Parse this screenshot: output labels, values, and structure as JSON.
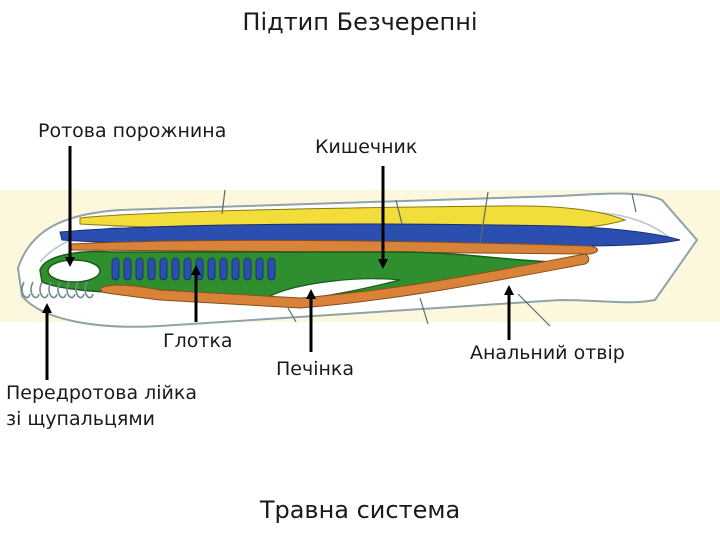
{
  "title": "Підтип Безчерепні",
  "labels": {
    "mouth_cavity": "Ротова порожнина",
    "intestine": "Кишечник",
    "pharynx": "Глотка",
    "liver": "Печінка",
    "anus": "Анальний отвір",
    "preoral_funnel_line1": "Передротова лійка",
    "preoral_funnel_line2": "зі щупальцями"
  },
  "caption": "Травна система",
  "colors": {
    "background_band": "#fdf8dd",
    "body_outline": "#8fa3a8",
    "notochord": "#f2dd3a",
    "nerve_cord": "#2b4fb0",
    "digestive_tract": "#2f8f2f",
    "gonad_canal": "#d9823a",
    "gill_slits": "#2b4fb0",
    "arrow": "#000000"
  }
}
